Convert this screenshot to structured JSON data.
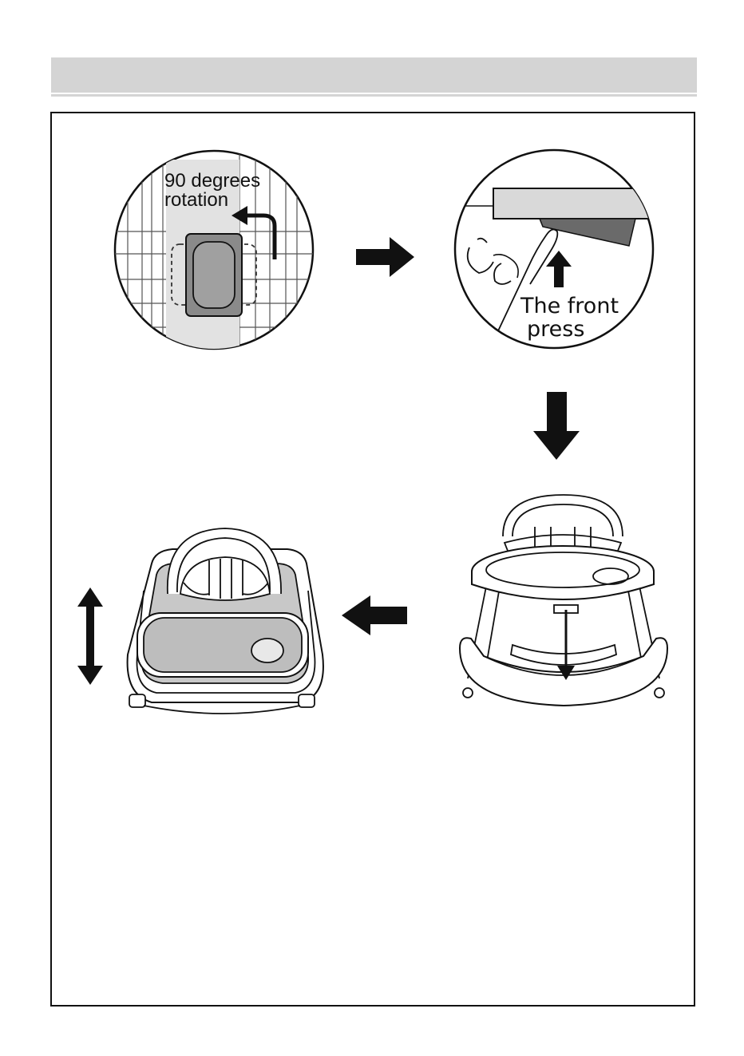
{
  "header": {
    "bar_color": "#d4d4d4"
  },
  "step1": {
    "label_line1": "90 degrees",
    "label_line2": "rotation"
  },
  "step2": {
    "label_line1": "The front",
    "label_line2": "press"
  },
  "colors": {
    "ink": "#111111",
    "mid_gray": "#8a8a8a",
    "dark_gray": "#6a6a6a",
    "light_gray": "#d9d9d9"
  },
  "icons": {
    "step_arrow": "arrow-right-icon",
    "down_arrow": "arrow-down-icon",
    "left_arrow": "arrow-left-icon",
    "updown_arrow": "arrow-updown-icon"
  }
}
